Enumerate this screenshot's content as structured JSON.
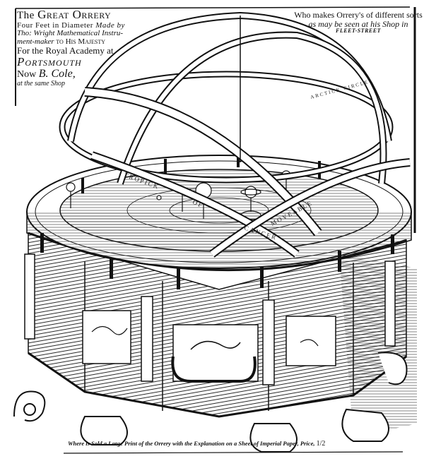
{
  "title_block": {
    "line1_prefix": "The",
    "line1_title": "Great Orrery",
    "line2": "Four Feet in Diameter",
    "line2_italic": "Made by",
    "line3": "Tho: Wright Mathematical Instru-",
    "line4_italic": "ment-maker",
    "line4": "to His Majesty",
    "line5": "For the Royal Academy at",
    "line6": "Portsmouth",
    "line7_prefix": "Now",
    "line7_name": "B. Cole,",
    "line8": "at the same Shop"
  },
  "right_block": {
    "line1": "Who makes Orrery's of different sorts",
    "line2": "as may be seen at his Shop in",
    "line3": "FLEET-STREET"
  },
  "ring_labels": {
    "tropick": "TROPICK",
    "of": "OF",
    "cancer": "CANCER",
    "moveable": "MOVEABLE",
    "arctick": "ARCTICK CIRCLE"
  },
  "caption": {
    "text": "Where is Sold a Large Print of the Orrery with the Explanation on a Sheet of Imperial Paper, Price,",
    "price": "1/2"
  },
  "colors": {
    "ink": "#111111",
    "paper": "#ffffff"
  }
}
